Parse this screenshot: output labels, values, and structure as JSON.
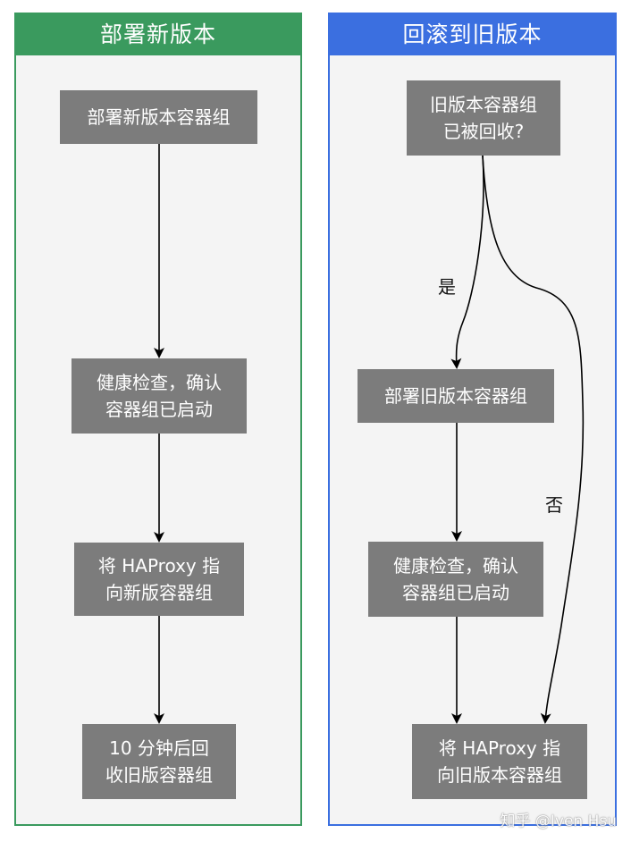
{
  "left_panel": {
    "title": "部署新版本",
    "steps": [
      "部署新版本容器组",
      "健康检查，确认\n容器组已启动",
      "将 HAProxy 指\n向新版容器组",
      "10 分钟后回\n收旧版容器组"
    ]
  },
  "right_panel": {
    "title": "回滚到旧版本",
    "decision": "旧版本容器组\n已被回收?",
    "steps": [
      "部署旧版本容器组",
      "健康检查，确认\n容器组已启动",
      "将 HAProxy 指\n向旧版本容器组"
    ],
    "yes_label": "是",
    "no_label": "否"
  },
  "colors": {
    "left_accent": "#3a9a5e",
    "right_accent": "#3b6fe0",
    "box_fill": "#7c7c7c"
  },
  "watermark": "知乎 @Iven Hsu"
}
